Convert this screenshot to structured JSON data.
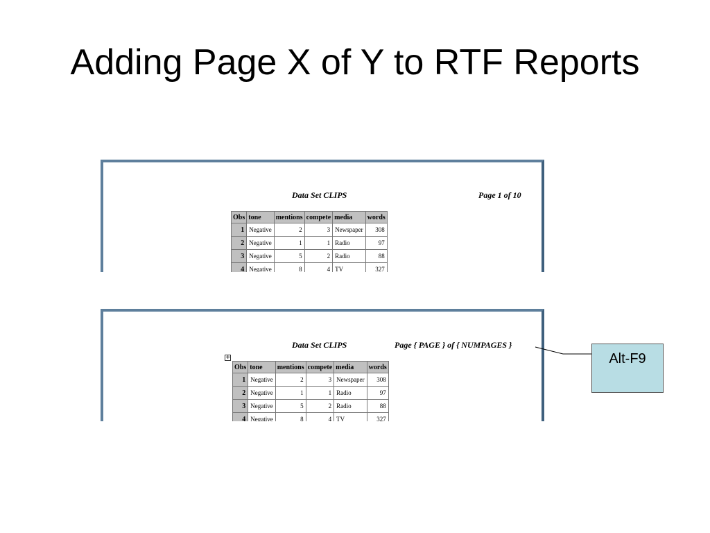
{
  "slide": {
    "title": "Adding Page X of Y to RTF Reports"
  },
  "report1": {
    "title": "Data Set CLIPS",
    "page_label": "Page 1 of 10"
  },
  "report2": {
    "title": "Data Set CLIPS",
    "page_label": "Page { PAGE } of { NUMPAGES }",
    "anchor_icon": "table-move-handle-icon"
  },
  "table": {
    "headers": [
      "Obs",
      "tone",
      "mentions",
      "compete",
      "media",
      "words"
    ],
    "rows": [
      [
        "1",
        "Negative",
        "2",
        "3",
        "Newspaper",
        "308"
      ],
      [
        "2",
        "Negative",
        "1",
        "1",
        "Radio",
        "97"
      ],
      [
        "3",
        "Negative",
        "5",
        "2",
        "Radio",
        "88"
      ],
      [
        "4",
        "Negative",
        "8",
        "4",
        "TV",
        "327"
      ]
    ]
  },
  "callout": {
    "label": "Alt-F9"
  },
  "colors": {
    "frame": "#5e7f9c",
    "callout_fill": "#b8dde4",
    "header_fill": "#c0c0c0"
  }
}
